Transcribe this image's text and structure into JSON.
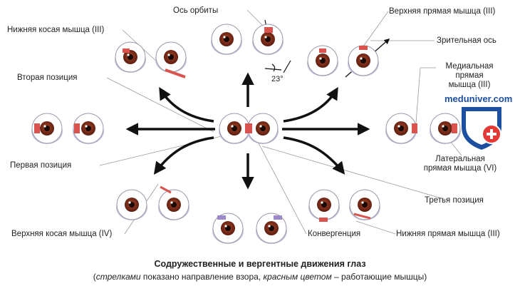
{
  "labels": {
    "orbit_axis": "Ось орбиты",
    "inferior_oblique": "Нижняя косая мышца (III)",
    "second_position": "Вторая позиция",
    "first_position": "Первая позиция",
    "superior_oblique": "Верхняя косая мышца (IV)",
    "convergence": "Конвергенция",
    "superior_rectus": "Верхняя прямая мышца (III)",
    "visual_axis": "Зрительная ось",
    "medial_rectus": [
      "Медиальная",
      "прямая",
      "мышца (III)"
    ],
    "lateral_rectus": [
      "Латеральная",
      "прямая мышца (VI)"
    ],
    "third_position": "Третья позиция",
    "inferior_rectus": "Нижняя прямая мышца (III)",
    "angle": "23°"
  },
  "caption": {
    "title": "Содружественные и вергентные движения глаз",
    "sub_open": "(",
    "sub_arrows": "стрелками",
    "sub_mid": " показано направление взора, ",
    "sub_red": "красным цветом",
    "sub_end": " – работающие мышцы)"
  },
  "logo": {
    "text": "meduniver.com"
  },
  "colors": {
    "iris": "#7a2a18",
    "muscle_red": "#d9534f",
    "sclera_shadow": "#b9b3cf",
    "arrow": "#111111",
    "logo_blue": "#1d4fa0",
    "logo_red": "#e53935"
  }
}
